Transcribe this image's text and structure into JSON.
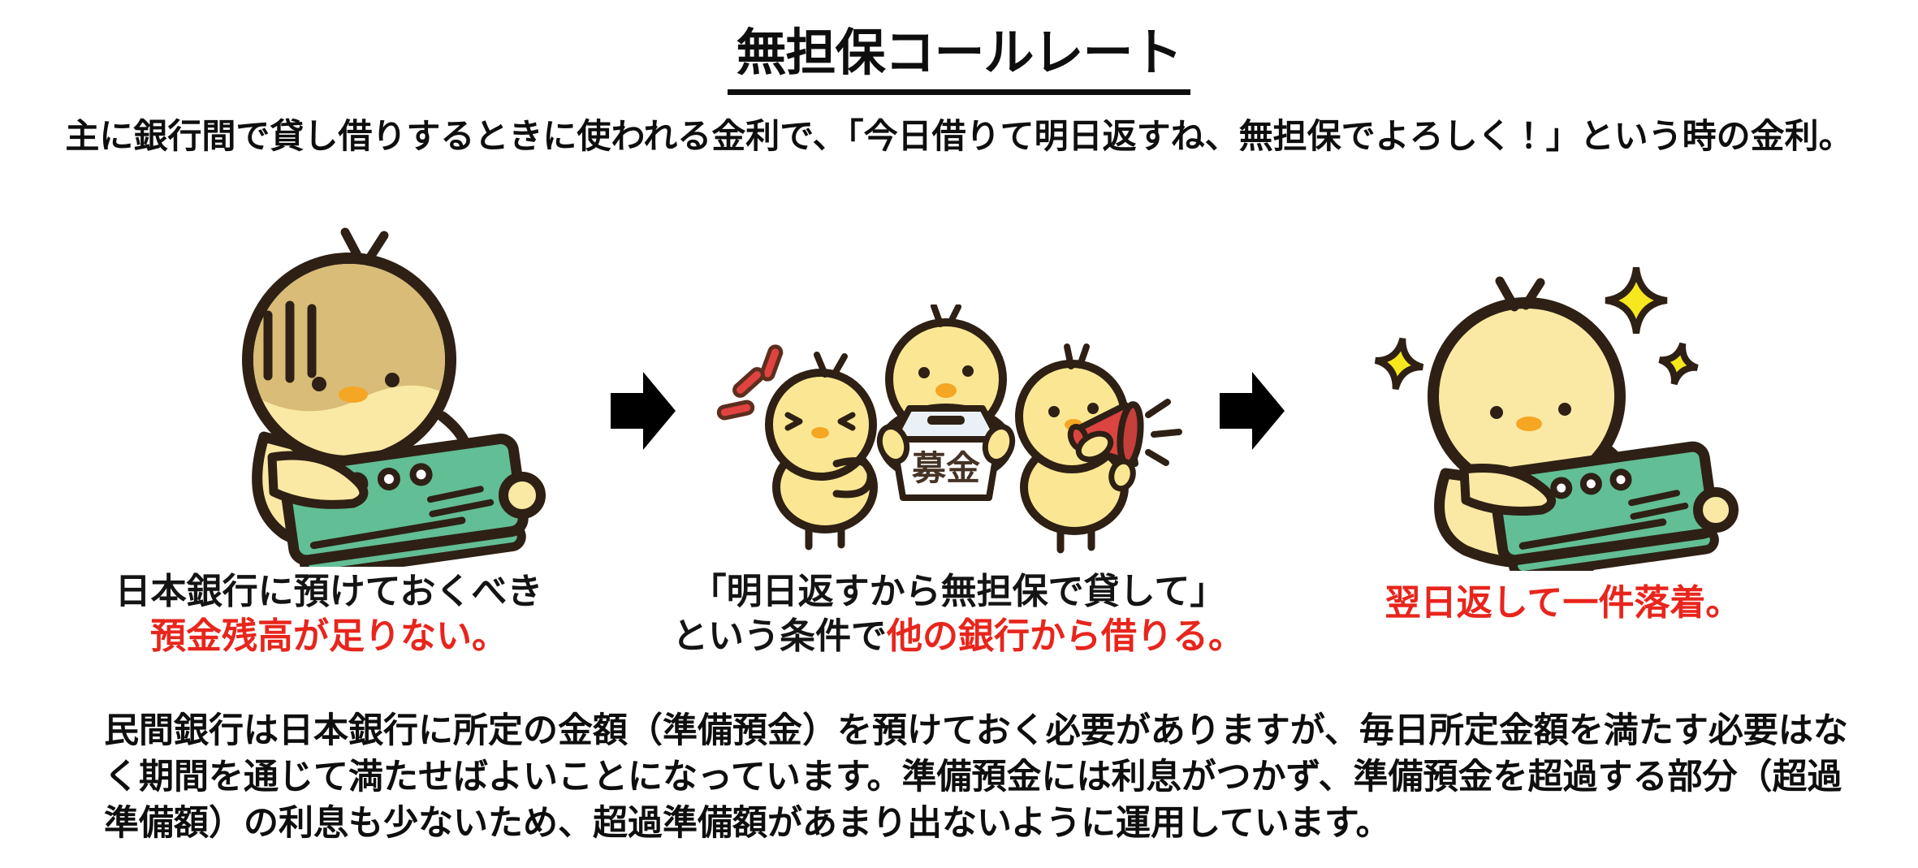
{
  "page": {
    "title": "無担保コールレート",
    "subtitle": "主に銀行間で貸し借りするときに使われる金利で、「今日借りて明日返すね、無担保でよろしく！」という時の金利。",
    "footer": "民間銀行は日本銀行に所定の金額（準備預金）を預けておく必要がありますが、毎日所定金額を満たす必要はなく期間を通じて満たせばよいことになっています。準備預金には利息がつかず、準備預金を超過する部分（超過準備額）の利息も少ないため、超過準備額があまり出ないように運用しています。"
  },
  "steps": [
    {
      "illustration": "worried-chick-reading-bankbook",
      "caption_black": "日本銀行に預けておくべき",
      "caption_red": "預金残高が足りない。"
    },
    {
      "illustration": "chicks-asking-for-funds-with-donation-box-and-megaphone",
      "box_label": "募金",
      "caption_line1": "「明日返すから無担保で貸して」",
      "caption_line2_black": "という条件で",
      "caption_line2_red": "他の銀行から借りる。"
    },
    {
      "illustration": "happy-chick-with-bankbook-and-sparkles",
      "caption_red": "翌日返して一件落着。"
    }
  ],
  "colors": {
    "text_red": "#e8251c",
    "outline_dark": "#2e2014",
    "chick_yellow_light": "#fae9a4",
    "chick_yellow": "#fbe793",
    "head_shadow_tan": "#d8bc77",
    "beak_orange": "#f5a623",
    "bankbook_green": "#62be94",
    "megaphone_red": "#db4440",
    "sparkle_yellow": "#f6e71f",
    "arrow_black": "#000000",
    "donation_box_white": "#ffffff"
  }
}
